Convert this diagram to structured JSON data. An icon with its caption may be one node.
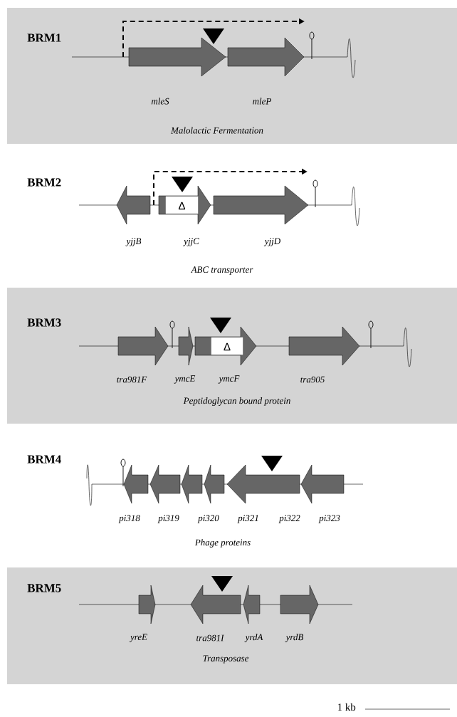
{
  "diagram": {
    "nodes": [
      {
        "text": [
          "BRM1",
          "Malolactic Fermentation"
        ]
      },
      {
        "text": [
          "mleS"
        ],
        "in": 0
      },
      {
        "text": [
          "mleP"
        ],
        "in": 0
      },
      {
        "text": [
          "BRM2",
          "ABC transporter"
        ]
      },
      {
        "text": [
          "yjjB"
        ]
      },
      {
        "text": [
          "Δ",
          "yjjC"
        ]
      },
      {
        "text": [
          "yjjD"
        ]
      },
      {
        "text": [
          "BRM3",
          "Peptidoglycan bound protein"
        ]
      },
      {
        "text": [
          "tra981F"
        ],
        "in": 7
      },
      {
        "text": [
          "ymcE"
        ],
        "in": 7
      },
      {
        "text": [
          "Δ",
          "ymcF"
        ],
        "in": 7
      },
      {
        "text": [
          "tra905"
        ],
        "in": 7
      },
      {
        "text": [
          "BRM4",
          "Phage proteins"
        ]
      },
      {
        "text": [
          "pi318"
        ]
      },
      {
        "text": [
          "pi319"
        ]
      },
      {
        "text": [
          "pi320"
        ]
      },
      {
        "text": [
          "pi321"
        ]
      },
      {
        "text": [
          "pi322"
        ]
      },
      {
        "text": [
          "pi323"
        ]
      },
      {
        "text": [
          "BRM5",
          "Transposase"
        ]
      },
      {
        "text": [
          "yreE"
        ],
        "in": 19
      },
      {
        "text": [
          "tra981I"
        ],
        "in": 19
      },
      {
        "text": [
          "yrdA"
        ],
        "in": 19
      },
      {
        "text": [
          "yrdB"
        ],
        "in": 19
      }
    ],
    "labels": [
      "1 kb"
    ]
  }
}
